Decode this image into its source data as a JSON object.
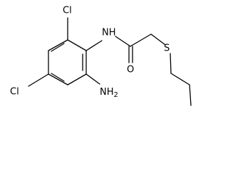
{
  "atoms": {
    "cl_top": "Cl",
    "cl_left": "Cl",
    "nh_amide": "NH",
    "o_carbonyl": "O",
    "s_thioether": "S",
    "nh2": "NH",
    "nh2_subscript": "2"
  },
  "colors": {
    "bond": "#000000",
    "background": "#ffffff"
  }
}
